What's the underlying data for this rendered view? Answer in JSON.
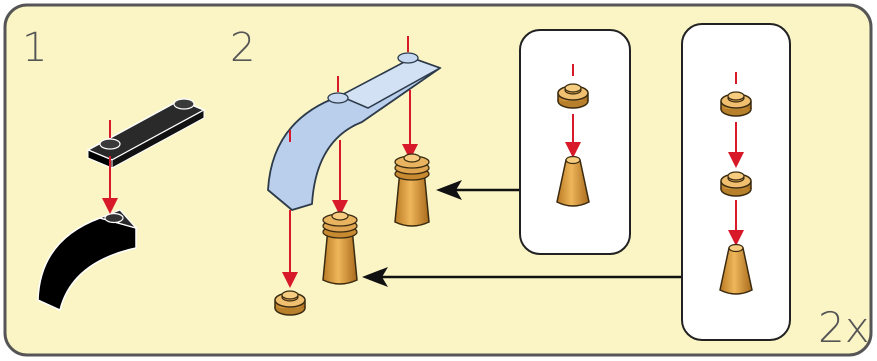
{
  "instructions": {
    "step1_number": "1",
    "step2_number": "2",
    "multiplier": "2x"
  },
  "colors": {
    "background": "#fbf5c6",
    "frame": "#555555",
    "arrow_red": "#d7192a",
    "brick_black": "#111111",
    "brick_blue": "#b9cfec",
    "brick_gold": "#d89a3c"
  }
}
